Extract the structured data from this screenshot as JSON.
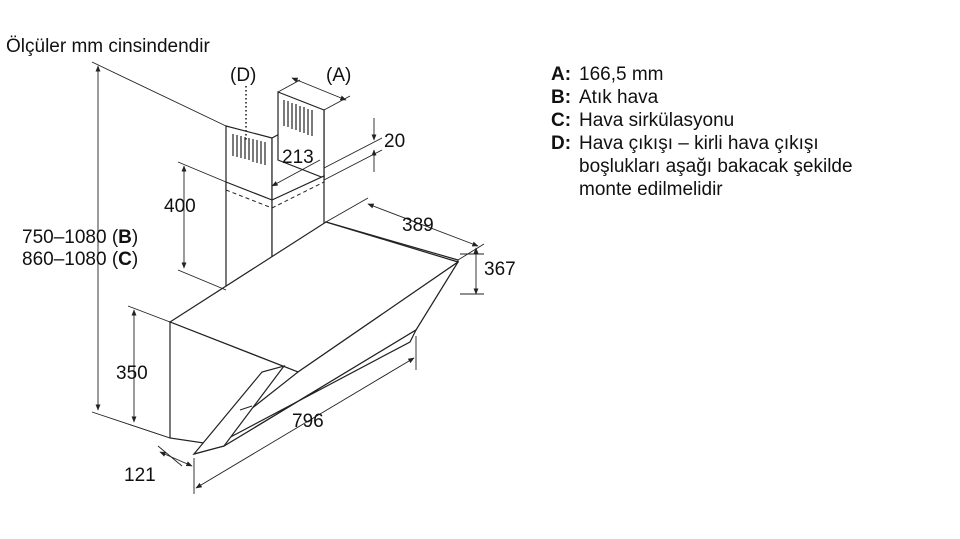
{
  "header": {
    "units_note": "Ölçüler mm cinsindendir"
  },
  "labels": {
    "d_callout": "(D)",
    "a_callout": "(A)",
    "dim_213": "213",
    "dim_20": "20",
    "dim_400": "400",
    "dim_389": "389",
    "dim_367": "367",
    "dim_350": "350",
    "dim_796": "796",
    "dim_121": "121",
    "height_b_value": "750–1080 (",
    "height_b_key": "B",
    "height_b_close": ")",
    "height_c_value": "860–1080 (",
    "height_c_key": "C",
    "height_c_close": ")"
  },
  "legend": [
    {
      "key": "A:",
      "text": "166,5 mm"
    },
    {
      "key": "B:",
      "text": "Atık hava"
    },
    {
      "key": "C:",
      "text": "Hava sirkülasyonu"
    },
    {
      "key": "D:",
      "text": "Hava çıkışı – kirli hava çıkışı\nboşlukları aşağı bakacak şekilde\nmonte edilmelidir"
    }
  ]
}
